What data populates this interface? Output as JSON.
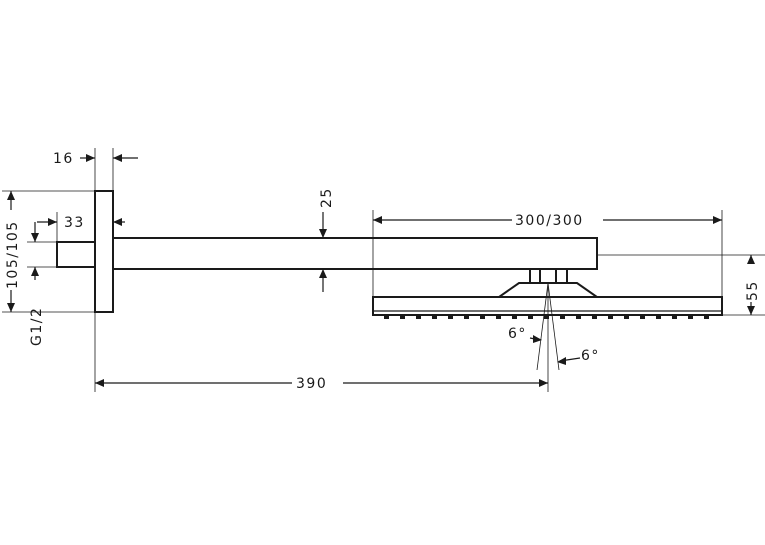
{
  "dimensions": {
    "flange_thickness": "16",
    "arm_height": "25",
    "head_size": "300/300",
    "wall_offset": "33",
    "flange_size": "105/105",
    "thread": "G1/2",
    "head_height": "55",
    "tilt_left": "6°",
    "tilt_right": "6°",
    "projection": "390"
  }
}
